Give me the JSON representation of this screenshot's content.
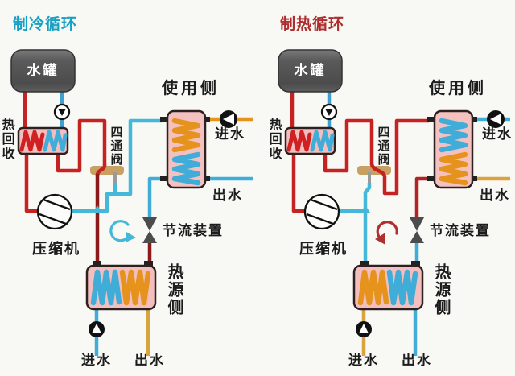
{
  "panels": {
    "left": {
      "title": "制冷循环",
      "title_color": "#17a0c4",
      "tank_label": "水罐",
      "heat_recovery_label": "热回收",
      "four_way_valve_label": "四通阀",
      "use_side_label": "使用侧",
      "use_side_inlet_label": "进水",
      "use_side_outlet_label": "出水",
      "compressor_label": "压缩机",
      "throttle_label": "节流装置",
      "heat_source_label": "热源侧",
      "heat_source_inlet_label": "进水",
      "heat_source_outlet_label": "出水",
      "cycle_arrow_color": "#45b7d8",
      "cycle_arrow_direction": "counterclockwise",
      "use_side_coil_top_color": "#e6931d",
      "use_side_coil_bottom_color": "#3fadd8",
      "heat_source_coil_left_color": "#3fadd8",
      "heat_source_coil_right_color": "#e6931d"
    },
    "right": {
      "title": "制热循环",
      "title_color": "#ad2c2c",
      "tank_label": "水罐",
      "heat_recovery_label": "热回收",
      "four_way_valve_label": "四通阀",
      "use_side_label": "使用侧",
      "use_side_inlet_label": "进水",
      "use_side_outlet_label": "出水",
      "compressor_label": "压缩机",
      "throttle_label": "节流装置",
      "heat_source_label": "热源侧",
      "heat_source_inlet_label": "进水",
      "heat_source_outlet_label": "出水",
      "cycle_arrow_color": "#b03030",
      "cycle_arrow_direction": "clockwise",
      "use_side_coil_top_color": "#3fadd8",
      "use_side_coil_bottom_color": "#e6931d",
      "heat_source_coil_left_color": "#e6931d",
      "heat_source_coil_right_color": "#3fadd8"
    }
  },
  "colors": {
    "hot_pipe": "#c52222",
    "dark_hot_pipe": "#8c1a1a",
    "cold_pipe": "#3fadd8",
    "orange_pipe": "#e6931d",
    "tan_pipe": "#d8a440",
    "exchanger_fill": "#f3bebe",
    "four_way_valve_fill": "#c9a064",
    "throttle_valve_fill": "#4c4c4c",
    "tank_fill": "#565656",
    "background": "#f8f8f5"
  }
}
